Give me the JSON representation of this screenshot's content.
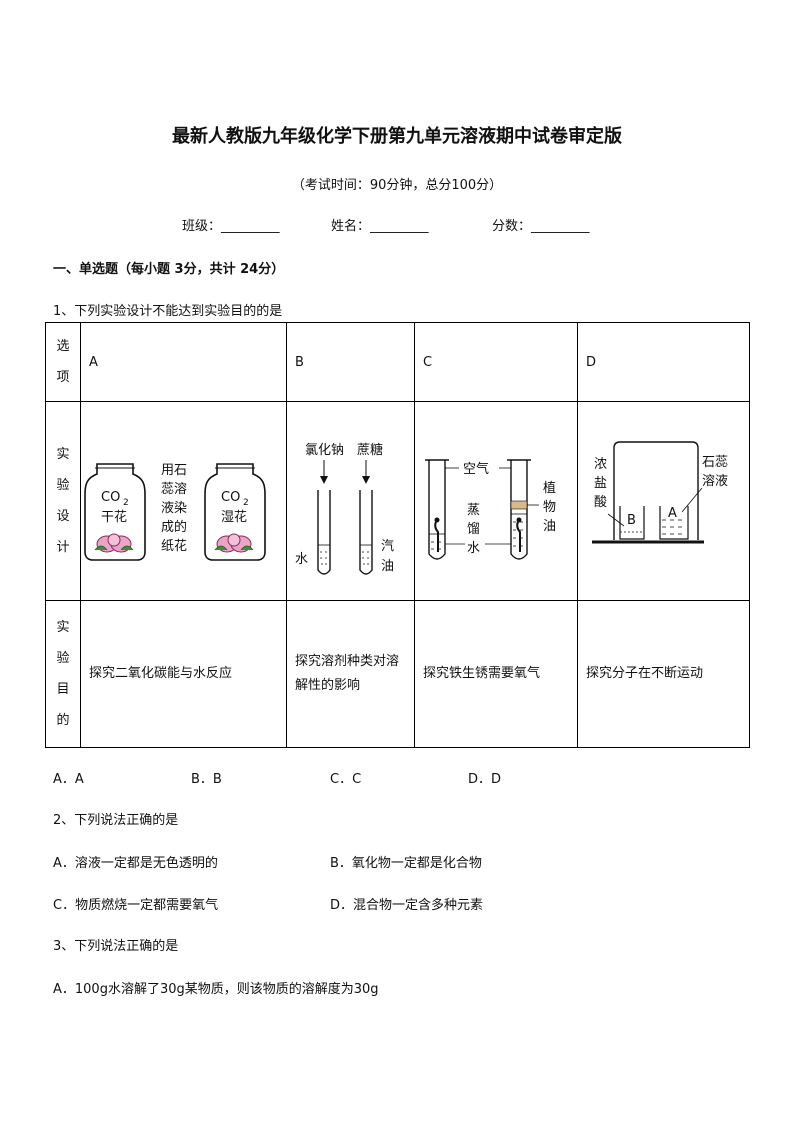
{
  "header": {
    "title": "最新人教版九年级化学下册第九单元溶液期中试卷审定版",
    "exam_info": "（考试时间：90分钟，总分100分）",
    "class_label": "班级：_________",
    "name_label": "姓名：_________",
    "score_label": "分数：_________"
  },
  "section1": {
    "heading": "一、单选题（每小题 3分，共计 24分）"
  },
  "q1": {
    "stem": "1、下列实验设计不能达到实验目的的是",
    "row_headers": {
      "option": [
        "选",
        "项"
      ],
      "design": [
        "实",
        "验",
        "设",
        "计"
      ],
      "purpose": [
        "实",
        "验",
        "目",
        "的"
      ]
    },
    "columns": [
      "A",
      "B",
      "C",
      "D"
    ],
    "diagram_labels": {
      "A": {
        "co2": "CO",
        "sub2": "2",
        "dry_flower": "干花",
        "wet_flower": "湿花",
        "note": [
          "用石",
          "蕊溶",
          "液染",
          "成的",
          "纸花"
        ]
      },
      "B": {
        "salt": "氯化钠",
        "sugar": "蔗糖",
        "water": "水",
        "gasoline": [
          "汽",
          "油"
        ]
      },
      "C": {
        "air": "空气",
        "distilled_water": [
          "蒸",
          "馏",
          "水"
        ],
        "vegetable_oil": [
          "植",
          "物",
          "油"
        ]
      },
      "D": {
        "hcl": [
          "浓",
          "盐",
          "酸"
        ],
        "litmus": [
          "石蕊",
          "溶液"
        ],
        "beaker_b": "B",
        "beaker_a": "A"
      }
    },
    "purposes": [
      "探究二氧化碳能与水反应",
      "探究溶剂种类对溶解性的影响",
      "探究铁生锈需要氧气",
      "探究分子在不断运动"
    ],
    "choices": [
      "A．A",
      "B．B",
      "C．C",
      "D．D"
    ]
  },
  "q2": {
    "stem": "2、下列说法正确的是",
    "choices": [
      "A．溶液一定都是无色透明的",
      "B．氧化物一定都是化合物",
      "C．物质燃烧一定都需要氧气",
      "D．混合物一定含多种元素"
    ]
  },
  "q3": {
    "stem": "3、下列说法正确的是",
    "choice_a": "A．100g水溶解了30g某物质，则该物质的溶解度为30g"
  }
}
